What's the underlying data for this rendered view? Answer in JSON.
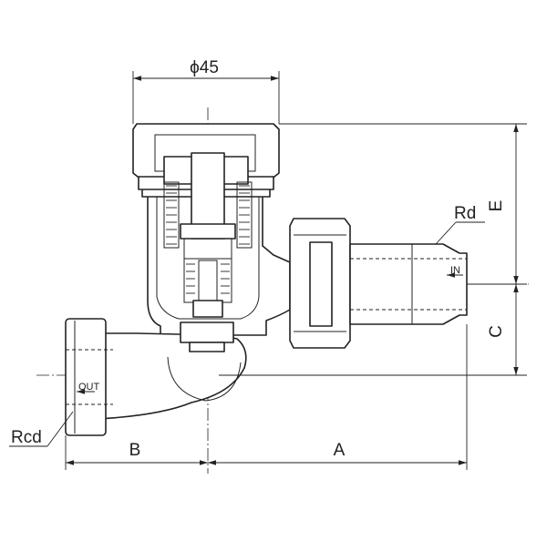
{
  "drawing": {
    "labels": {
      "diameter": "ϕ45",
      "dim_e": "E",
      "dim_c": "C",
      "dim_a": "A",
      "dim_b": "B",
      "rd": "Rd",
      "rcd": "Rcd",
      "inlet": "IN",
      "outlet": "OUT"
    }
  }
}
